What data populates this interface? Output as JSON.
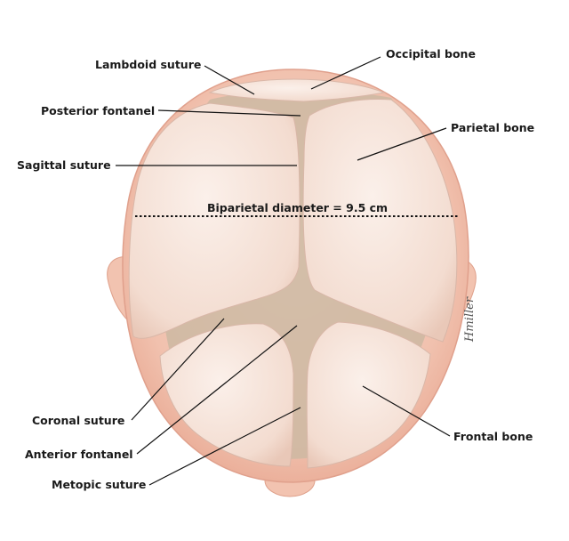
{
  "labels": {
    "lambdoid_suture": "Lambdoid suture",
    "occipital_bone": "Occipital bone",
    "posterior_fontanel": "Posterior fontanel",
    "parietal_bone": "Parietal bone",
    "sagittal_suture": "Sagittal suture",
    "biparietal_diameter": "Biparietal diameter = 9.5 cm",
    "coronal_suture": "Coronal suture",
    "frontal_bone": "Frontal bone",
    "anterior_fontanel": "Anterior fontanel",
    "metopic_suture": "Metopic suture"
  },
  "signature": "Hmiller",
  "colors": {
    "skin": "#f3c7b6",
    "skin_edge": "#e0a08c",
    "bone": "#f6e4da",
    "bone_edge": "#d9b7a8",
    "suture": "#cdb8a2",
    "label": "#1a1a1a"
  }
}
